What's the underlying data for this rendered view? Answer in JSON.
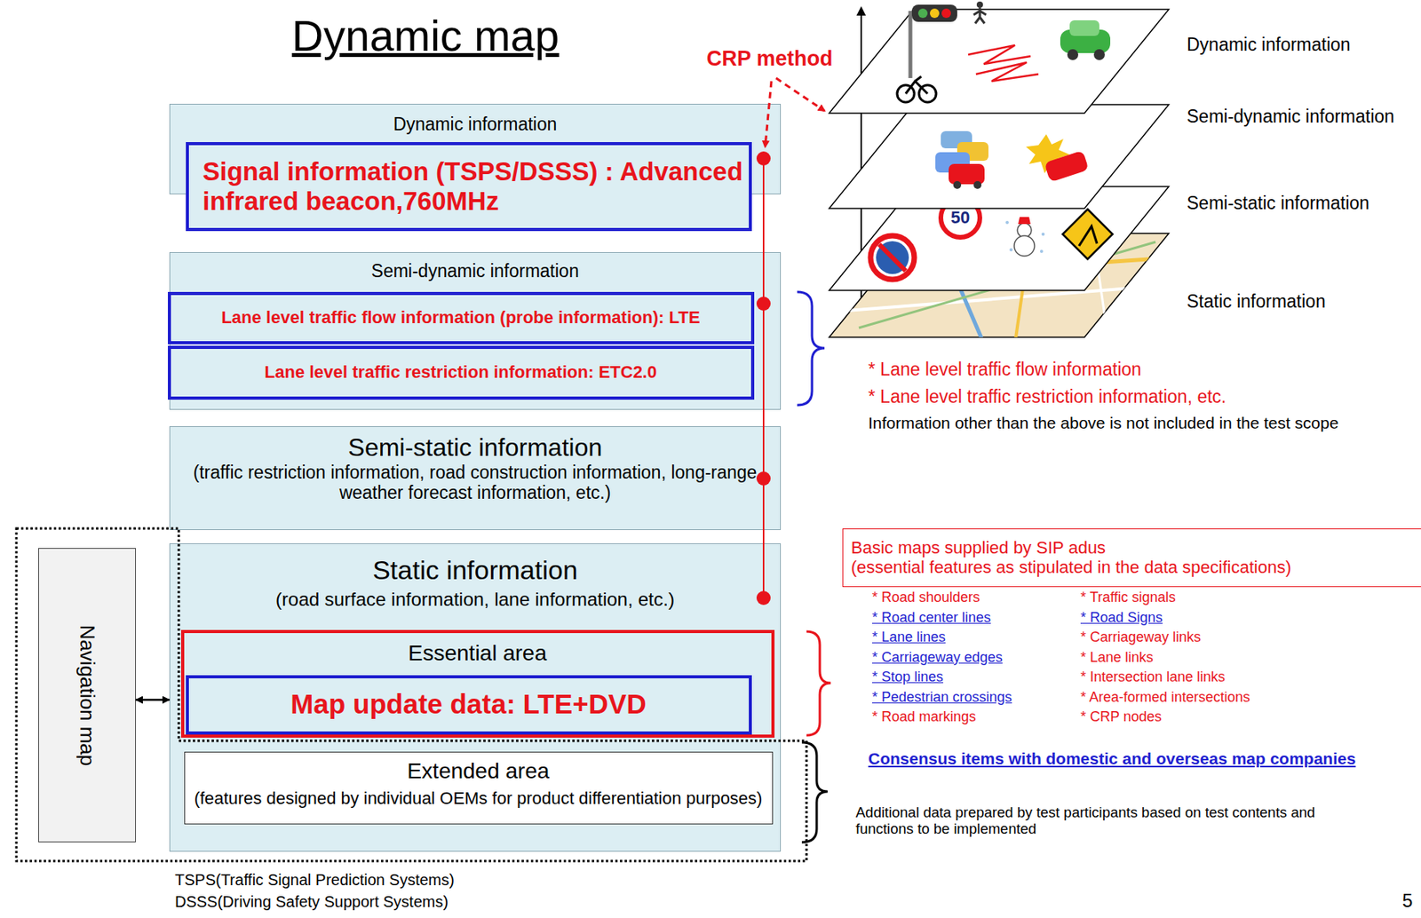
{
  "diagram": {
    "title": "Dynamic map",
    "nodes": [
      {
        "text": [
          "Dynamic information"
        ]
      },
      {
        "text": [
          "Signal information (TSPS/DSSS) : Advanced infrared beacon,760MHz"
        ],
        "in": 0
      },
      {
        "text": [
          "Semi-dynamic information"
        ]
      },
      {
        "text": [
          "Lane level traffic flow information (probe information): LTE"
        ],
        "in": 2
      },
      {
        "text": [
          "Lane level traffic restriction information: ETC2.0"
        ],
        "in": 2
      },
      {
        "text": [
          "Semi-static information",
          "(traffic restriction information, road construction information, long-range weather forecast information, etc.)"
        ]
      },
      {
        "text": [
          "Static information",
          "(road surface information, lane information, etc.)"
        ]
      },
      {
        "text": [
          "Essential area"
        ],
        "in": 6
      },
      {
        "text": [
          "Map update data: LTE+DVD"
        ],
        "in": 7
      },
      {
        "text": [
          "Extended area",
          "(features designed by individual OEMs for product differentiation purposes)"
        ],
        "in": 6
      },
      {
        "text": [
          "Navigation map"
        ]
      },
      {
        "text": [
          "Basic maps supplied by SIP adus",
          "(essential features as stipulated in the data specifications)"
        ]
      }
    ],
    "edges": [
      {
        "from": 10,
        "to": 6,
        "arrow": "both"
      }
    ],
    "labels": [
      "CRP method",
      "Dynamic information",
      "Semi-dynamic information",
      "Semi-static information",
      "Static information",
      "50",
      "* Lane level traffic flow information",
      "* Lane level traffic restriction information, etc.",
      "Information other than the above is not included in the test scope",
      "* Road shoulders",
      "* Road center lines",
      "* Lane lines",
      "* Carriageway edges",
      "* Stop lines",
      "* Pedestrian crossings",
      "* Road markings",
      "* Traffic signals",
      "* Road Signs",
      "* Carriageway links",
      "* Lane links",
      "* Intersection lane links",
      "* Area-formed intersections",
      "* CRP nodes",
      "Consensus items with domestic and overseas map companies",
      "Additional data prepared by test participants based on test contents and functions to be implemented",
      "TSPS(Traffic Signal Prediction Systems)",
      "DSSS(Driving Safety Support Systems)",
      "5"
    ]
  }
}
